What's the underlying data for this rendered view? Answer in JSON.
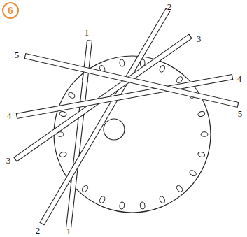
{
  "diagram": {
    "nodes": [
      {
        "text": [
          "6"
        ]
      }
    ],
    "labels": [
      "1",
      "1",
      "2",
      "2",
      "3",
      "3",
      "4",
      "4",
      "5",
      "5"
    ]
  }
}
